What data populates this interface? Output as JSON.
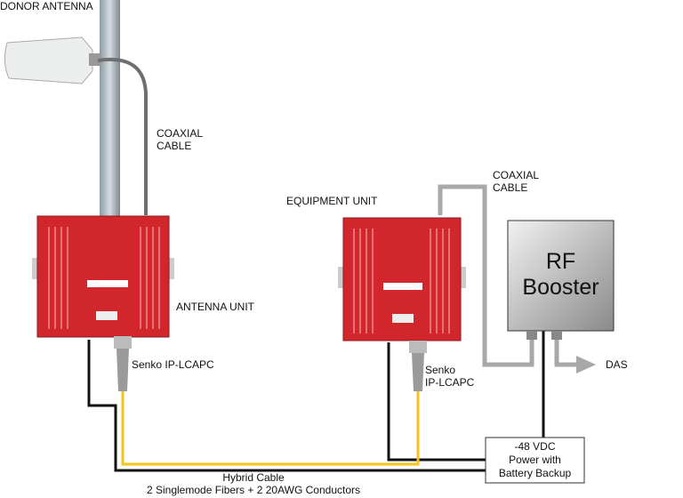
{
  "labels": {
    "donor_antenna": "DONOR ANTENNA",
    "coax_1_line1": "COAXIAL",
    "coax_1_line2": "CABLE",
    "antenna_unit": "ANTENNA UNIT",
    "senko_1": "Senko IP-LCAPC",
    "equipment_unit": "EQUIPMENT UNIT",
    "coax_2_line1": "COAXIAL",
    "coax_2_line2": "CABLE",
    "senko_2_line1": "Senko",
    "senko_2_line2": "IP-LCAPC",
    "das": "DAS",
    "hybrid_line1": "Hybrid Cable",
    "hybrid_line2": "2 Singlemode Fibers + 2 20AWG Conductors"
  },
  "rf_booster": {
    "line1": "RF",
    "line2": "Booster"
  },
  "power": {
    "line1": "-48 VDC",
    "line2": "Power with",
    "line3": "Battery Backup"
  },
  "colors": {
    "unit_red": "#d0262c",
    "fiber_yellow": "#f5c518",
    "coax_gray": "#a8a8a8",
    "wire_black": "#111111"
  }
}
